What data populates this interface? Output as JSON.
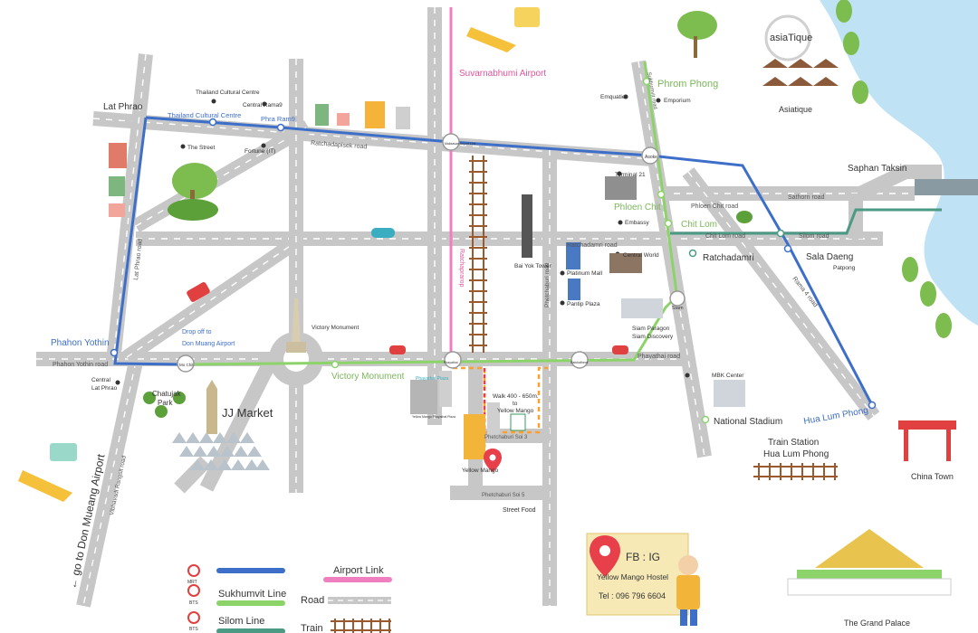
{
  "colors": {
    "road": "#c7c7c7",
    "road_dash": "#ffffff",
    "mrt": "#3d6fc9",
    "sukhumvit": "#8cd36a",
    "silom": "#4a9a84",
    "airport_link": "#f07fc0",
    "train": "#9b5a2e",
    "river": "#bfe2f5",
    "route": "#ff9f2e",
    "route_red": "#e8404a"
  },
  "labels": {
    "lat_phrao": "Lat Phrao",
    "thailand_cultural_centre_top": "Thailand Cultural Centre",
    "thailand_cultural_centre": "Thailand Cultural Centre",
    "central_rama9": "Central Rama9",
    "phra_ram9": "Phra Ram9",
    "the_street": "The Street",
    "fortune": "Fortune (IT)",
    "ratchadapisek_road": "Ratchadapisek road",
    "lat_phrao_road": "Lat Phrao road",
    "suvarnabhumi_airport": "Suvarnabhumi Airport",
    "makkasan": "Makkasan Airport Link",
    "phrom_phong": "Phrom Phong",
    "emquatier": "Emquatier",
    "emporium": "Emporium",
    "sukhumvit_road": "Sukhumvit road",
    "asoke": "Asoke",
    "asiatique_sign": "asiaTique",
    "asiatique": "Asiatique",
    "saphan_taksin": "Saphan Taksin",
    "terminal21": "Terminal 21",
    "phloen_chit": "Phloen Chit",
    "phloen_chit_road": "Phloen Chit road",
    "sathorn_road": "Sathorn road",
    "embassy": "Embassy",
    "chit_lom": "Chit Lom",
    "chit_lom_road": "Chit Lom road",
    "silom_road": "Silom road",
    "ratchadamri_road": "Ratchadamri road",
    "ratchadamri": "Ratchadamri",
    "sala_daeng": "Sala Daeng",
    "patpong": "Patpong",
    "central_world": "Central World",
    "platinum_mall": "Platinum Mall",
    "pantip_plaza": "Pantip Plaza",
    "baiyok_tower": "Bai Yok Tower",
    "ratchaprarop": "Ratchaprarop",
    "phetchaburi_road": "Phetchaburi road",
    "siam": "Siam",
    "siam_paragon": "Siam Paragon",
    "siam_discovery": "Siam Discovery",
    "phayathai_road": "Phayathai road",
    "rama4_road": "Rama 4 road",
    "mbk_center": "MBK Center",
    "national_stadium": "National Stadium",
    "hua_lum_phong": "Hua Lum Phong",
    "train_station": "Train Station",
    "train_station_hualumphong": "Hua Lum Phong",
    "china_town": "China Town",
    "victory_monument_mark": "Victory Monument",
    "victory_monument": "Victory Monument",
    "drop_off": "Drop off to",
    "don_mueang_airport_drop": "Don Muang Airport",
    "mo_chit": "Mo Chit",
    "phahon_yothin": "Phahon Yothin",
    "phahon_yothin_road": "Phahon Yothin road",
    "central_lat_phrao_1": "Central",
    "central_lat_phrao_2": "Lat Phrao",
    "chatujak_park_1": "Chatujak",
    "chatujak_park_2": "Park",
    "jj_market": "JJ Market",
    "vibhavadi_road": "Vibhavadi Rangsit road",
    "phayathai": "Phayathai",
    "phayathai_plaza": "Phayathai Plaza",
    "sign_board": "Yellow Mango Phayathai Plaza",
    "walk_note_1": "Walk 400 - 650m.",
    "walk_note_2": "to",
    "walk_note_3": "Yellow Mango",
    "phetchaburi_soi3": "Phetchaburi Soi 3",
    "phetchaburi_soi5": "Phetchaburi Soi 5",
    "yellow_mango": "Yellow Mango",
    "street_food": "Street Food",
    "ratchathewi": "Ratchathewi",
    "go_to_don_mueang": "← go to Don Mueang Airport",
    "the_grand_palace": "The Grand Palace"
  },
  "legend": {
    "mrt": "MRT",
    "bts": "BTS",
    "sukhumvit_line": "Sukhumvit Line",
    "silom_line": "Silom Line",
    "airport_link": "Airport Link",
    "road": "Road",
    "train": "Train"
  },
  "contact": {
    "fb_ig": "FB : IG",
    "name": "Yellow Mango Hostel",
    "tel": "Tel : 096 796 6604"
  }
}
